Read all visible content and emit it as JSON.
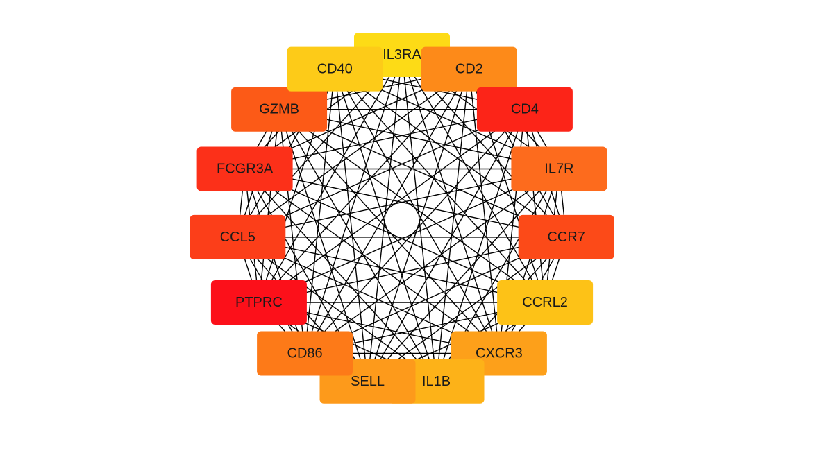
{
  "network": {
    "layout": "circle",
    "edge_color": "#000000",
    "nodes": [
      {
        "id": "IL3RA",
        "label": "IL3RA",
        "color": "#FDDB16"
      },
      {
        "id": "CD2",
        "label": "CD2",
        "color": "#FD8A19"
      },
      {
        "id": "CD4",
        "label": "CD4",
        "color": "#FC2418"
      },
      {
        "id": "IL7R",
        "label": "IL7R",
        "color": "#FD6B1D"
      },
      {
        "id": "CCR7",
        "label": "CCR7",
        "color": "#FC4A18"
      },
      {
        "id": "CCRL2",
        "label": "CCRL2",
        "color": "#FDC217"
      },
      {
        "id": "CXCR3",
        "label": "CXCR3",
        "color": "#FDA01A"
      },
      {
        "id": "IL1B",
        "label": "IL1B",
        "color": "#FDB218"
      },
      {
        "id": "SELL",
        "label": "SELL",
        "color": "#FD9A1B"
      },
      {
        "id": "CD86",
        "label": "CD86",
        "color": "#FD7A18"
      },
      {
        "id": "PTPRC",
        "label": "PTPRC",
        "color": "#FC101A"
      },
      {
        "id": "CCL5",
        "label": "CCL5",
        "color": "#FC3E19"
      },
      {
        "id": "FCGR3A",
        "label": "FCGR3A",
        "color": "#FC3019"
      },
      {
        "id": "GZMB",
        "label": "GZMB",
        "color": "#FC5A17"
      },
      {
        "id": "CD40",
        "label": "CD40",
        "color": "#FDCB18"
      }
    ],
    "connectivity": "complete"
  }
}
